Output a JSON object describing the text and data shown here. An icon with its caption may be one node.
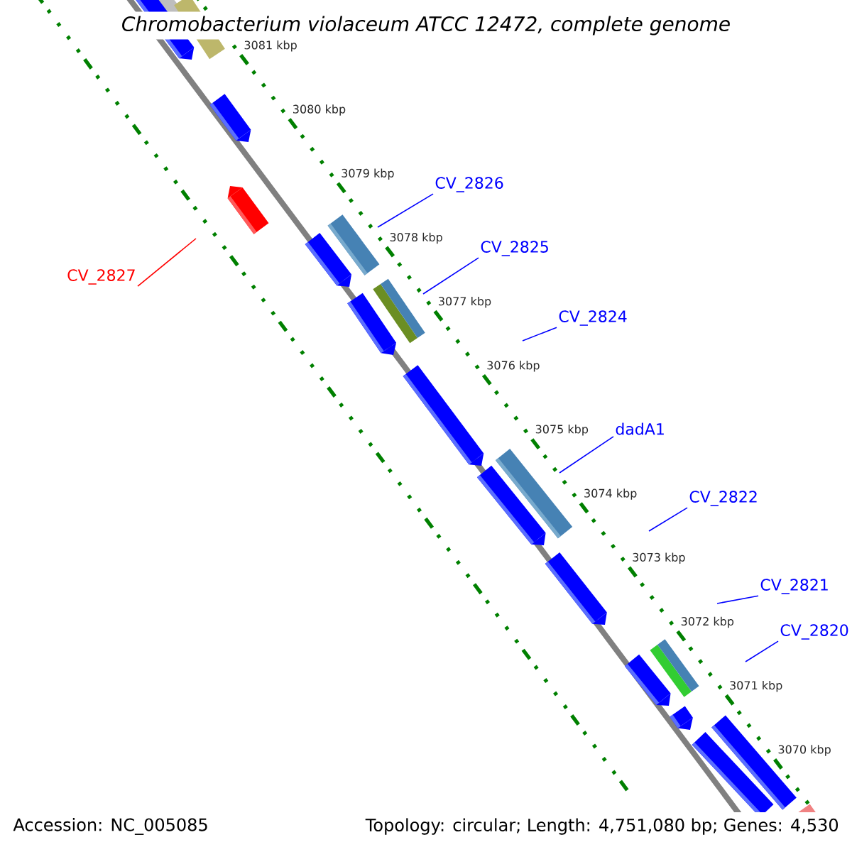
{
  "diagram": {
    "title": "Chromobacterium violaceum ATCC 12472, complete genome",
    "nodes": [
      {
        "text": [
          "CV_2827"
        ]
      },
      {
        "text": [
          "CV_2826"
        ]
      },
      {
        "text": [
          "CV_2825"
        ]
      },
      {
        "text": [
          "CV_2824"
        ]
      },
      {
        "text": [
          "dadA1"
        ]
      },
      {
        "text": [
          "CV_2822"
        ]
      },
      {
        "text": [
          "CV_2821"
        ]
      },
      {
        "text": [
          "CV_2820"
        ]
      }
    ],
    "edges": [
      {
        "from": 0,
        "to": null,
        "arrow": "none",
        "color": "#ff0000"
      },
      {
        "from": 1,
        "to": null,
        "arrow": "none"
      },
      {
        "from": 2,
        "to": null,
        "arrow": "none"
      },
      {
        "from": 3,
        "to": null,
        "arrow": "none"
      },
      {
        "from": 4,
        "to": null,
        "arrow": "none"
      },
      {
        "from": 5,
        "to": null,
        "arrow": "none"
      },
      {
        "from": 6,
        "to": null,
        "arrow": "none"
      },
      {
        "from": 7,
        "to": null,
        "arrow": "none"
      }
    ],
    "labels": [
      "3081 kbp",
      "3080 kbp",
      "3079 kbp",
      "3078 kbp",
      "3077 kbp",
      "3076 kbp",
      "3075 kbp",
      "3074 kbp",
      "3073 kbp",
      "3072 kbp",
      "3071 kbp",
      "3070 kbp",
      "Accession: NC_005085",
      "Topology: circular; Length: 4,751,080 bp; Genes: 4,530"
    ]
  }
}
